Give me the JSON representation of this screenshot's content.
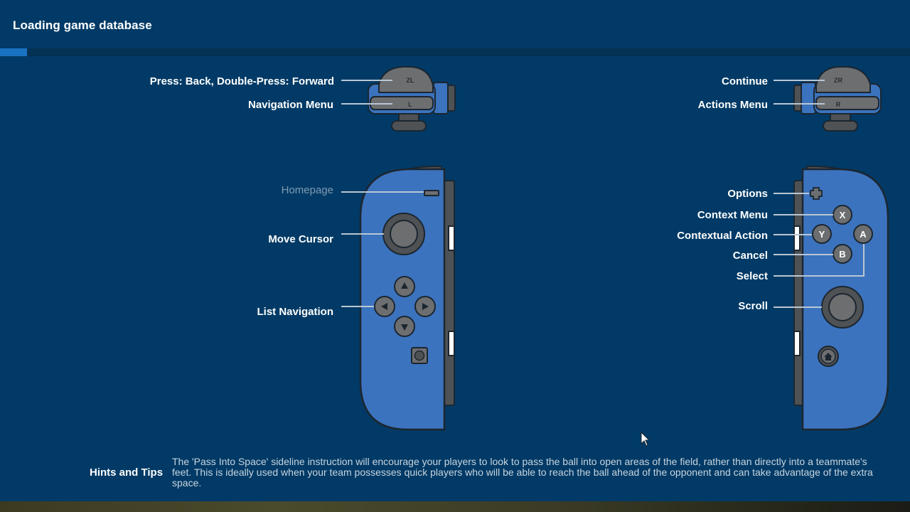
{
  "header": {
    "title": "Loading game database",
    "progress_percent": 3
  },
  "left_controller": {
    "shoulder_zl_glyph": "ZL",
    "shoulder_l_glyph": "L",
    "labels": {
      "zl": "Press: Back, Double-Press: Forward",
      "l": "Navigation Menu",
      "minus": "Homepage",
      "stick": "Move Cursor",
      "dpad": "List Navigation"
    }
  },
  "right_controller": {
    "shoulder_zr_glyph": "ZR",
    "shoulder_r_glyph": "R",
    "button_x": "X",
    "button_y": "Y",
    "button_a": "A",
    "button_b": "B",
    "labels": {
      "zr": "Continue",
      "r": "Actions Menu",
      "plus": "Options",
      "x": "Context Menu",
      "y": "Contextual Action",
      "b": "Cancel",
      "a": "Select",
      "stick": "Scroll"
    }
  },
  "hints": {
    "title": "Hints and Tips",
    "text": "The 'Pass Into Space' sideline instruction will encourage your players to look to pass the ball into open areas of the field, rather than directly into a teammate's feet. This is ideally used when your team possesses quick players who will be able to reach the ball ahead of the opponent and can take advantage of the extra space."
  },
  "colors": {
    "background": "#013a66",
    "progress_fill": "#1a72c2",
    "joycon_blue": "#3b73be",
    "joycon_outline": "#1c2630",
    "button_gray": "#4f5254"
  }
}
